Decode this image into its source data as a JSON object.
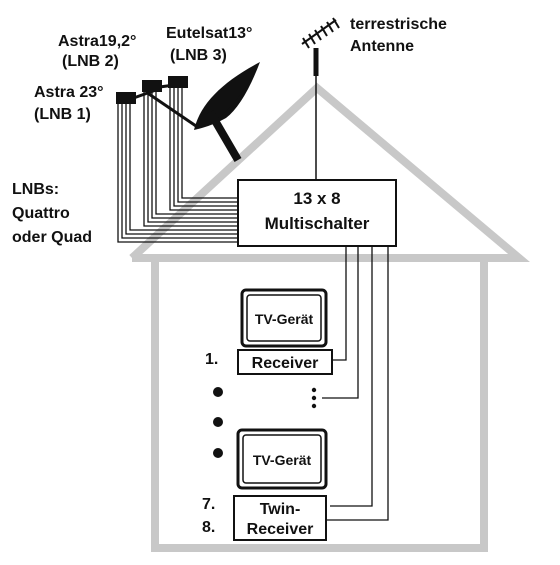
{
  "satellites": {
    "astra23": {
      "name": "Astra 23°",
      "lnb": "(LNB 1)"
    },
    "astra19": {
      "name": "Astra19,2°",
      "lnb": "(LNB 2)"
    },
    "eutelsat13": {
      "name": "Eutelsat13°",
      "lnb": "(LNB 3)"
    }
  },
  "antenna": {
    "line1": "terrestrische",
    "line2": "Antenne"
  },
  "lnb_type": {
    "line1": "LNBs:",
    "line2": "Quattro",
    "line3": "oder Quad"
  },
  "multiswitch": {
    "line1": "13 x 8",
    "line2": "Multischalter"
  },
  "devices": {
    "tv1": "TV-Gerät",
    "receiver1_number": "1.",
    "receiver1": "Receiver",
    "tv2": "TV-Gerät",
    "twin_numbers": [
      "7.",
      "8."
    ],
    "twin_receiver": [
      "Twin-",
      "Receiver"
    ]
  },
  "colors": {
    "house_outline": "#c8c8c8",
    "ink": "#111111",
    "background": "#ffffff"
  }
}
